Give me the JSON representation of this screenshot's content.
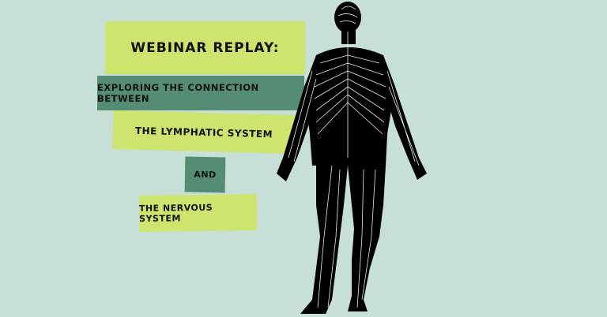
{
  "banner": {
    "title": "Webinar Replay:",
    "subtitle": "Exploring the connection between",
    "topic_1": "The Lymphatic System",
    "conjunction": "and",
    "topic_2": "The Nervous System"
  },
  "illustration": {
    "description": "human figure nervous system anatomy, rear view"
  },
  "colors": {
    "background": "#c7e0d7",
    "lime_box": "#cde46f",
    "green_box": "#558d74",
    "text": "#111111",
    "figure": "#000000",
    "nerves": "#dff0ea"
  }
}
